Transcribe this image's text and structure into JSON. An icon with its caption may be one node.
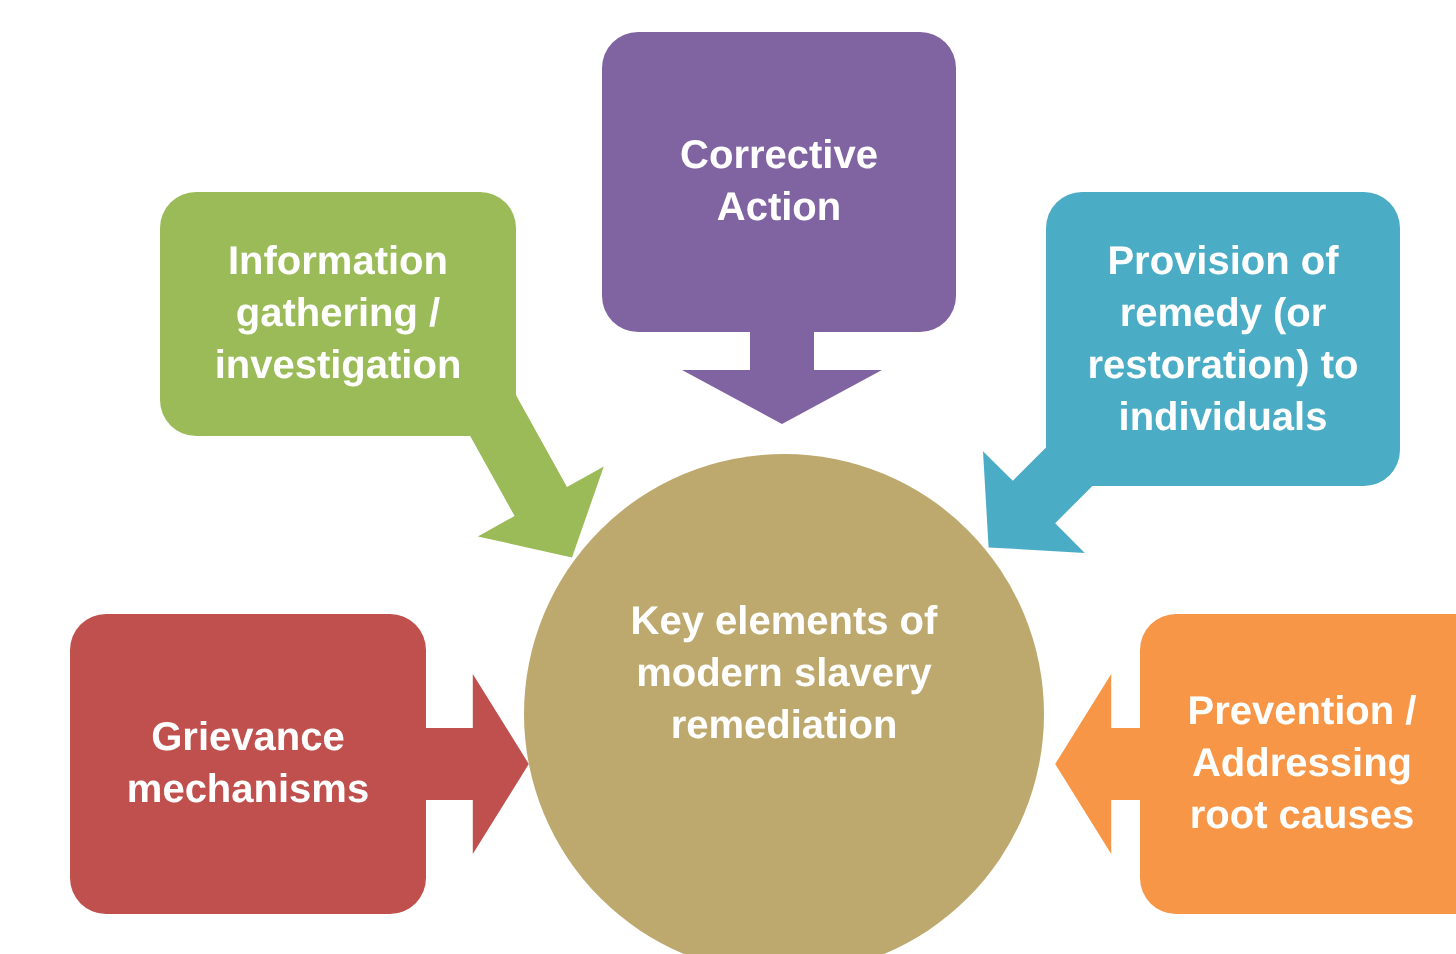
{
  "diagram": {
    "nodes": [
      {
        "text": [
          "Corrective Action"
        ]
      },
      {
        "text": [
          "Information gathering / investigation"
        ]
      },
      {
        "text": [
          "Provision of remedy (or restoration) to individuals"
        ]
      },
      {
        "text": [
          "Key elements of modern slavery remediation"
        ]
      },
      {
        "text": [
          "Grievance mechanisms"
        ]
      },
      {
        "text": [
          "Prevention / Addressing root causes"
        ]
      }
    ],
    "edges": [
      {
        "from": 0,
        "to": 3,
        "arrow": "to"
      },
      {
        "from": 1,
        "to": 3,
        "arrow": "to"
      },
      {
        "from": 2,
        "to": 3,
        "arrow": "to"
      },
      {
        "from": 4,
        "to": 3,
        "arrow": "to"
      },
      {
        "from": 5,
        "to": 3,
        "arrow": "to"
      }
    ]
  }
}
